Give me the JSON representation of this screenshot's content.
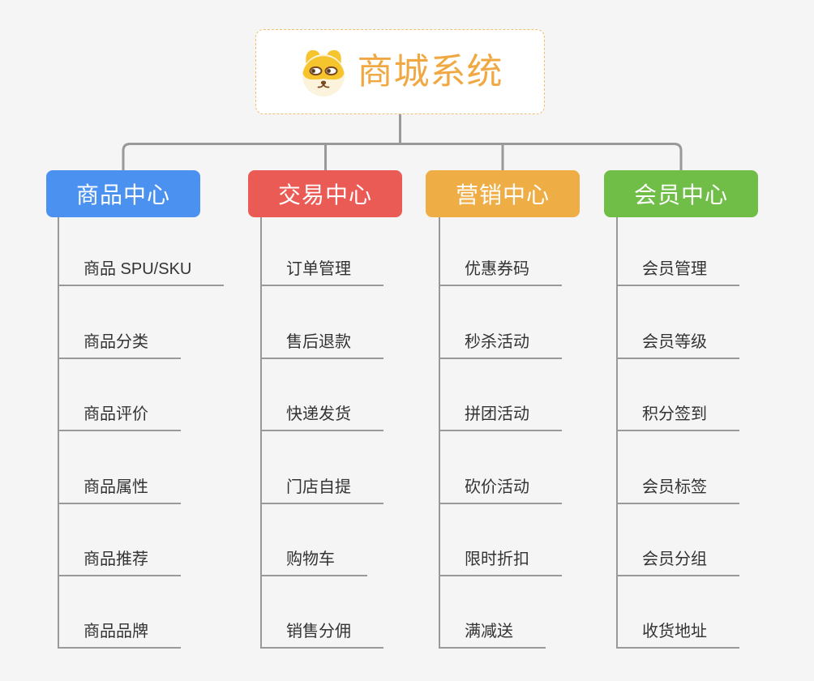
{
  "canvas": {
    "background": "#F5F5F6"
  },
  "root": {
    "title": "商城系统",
    "icon": "dog-face-icon",
    "text_color": "#F0A843",
    "border_color": "#F2BE6E",
    "background": "#FFFFFF"
  },
  "connector_color": "#999999",
  "leaf_text_color": "#333333",
  "branches": [
    {
      "label": "商品中心",
      "color": "#4A91F0",
      "children": [
        "商品 SPU/SKU",
        "商品分类",
        "商品评价",
        "商品属性",
        "商品推荐",
        "商品品牌"
      ]
    },
    {
      "label": "交易中心",
      "color": "#EB5B55",
      "children": [
        "订单管理",
        "售后退款",
        "快递发货",
        "门店自提",
        "购物车",
        "销售分佣"
      ]
    },
    {
      "label": "营销中心",
      "color": "#EFAD45",
      "children": [
        "优惠券码",
        "秒杀活动",
        "拼团活动",
        "砍价活动",
        "限时折扣",
        "满减送"
      ]
    },
    {
      "label": "会员中心",
      "color": "#70BE48",
      "children": [
        "会员管理",
        "会员等级",
        "积分签到",
        "会员标签",
        "会员分组",
        "收货地址"
      ]
    }
  ]
}
